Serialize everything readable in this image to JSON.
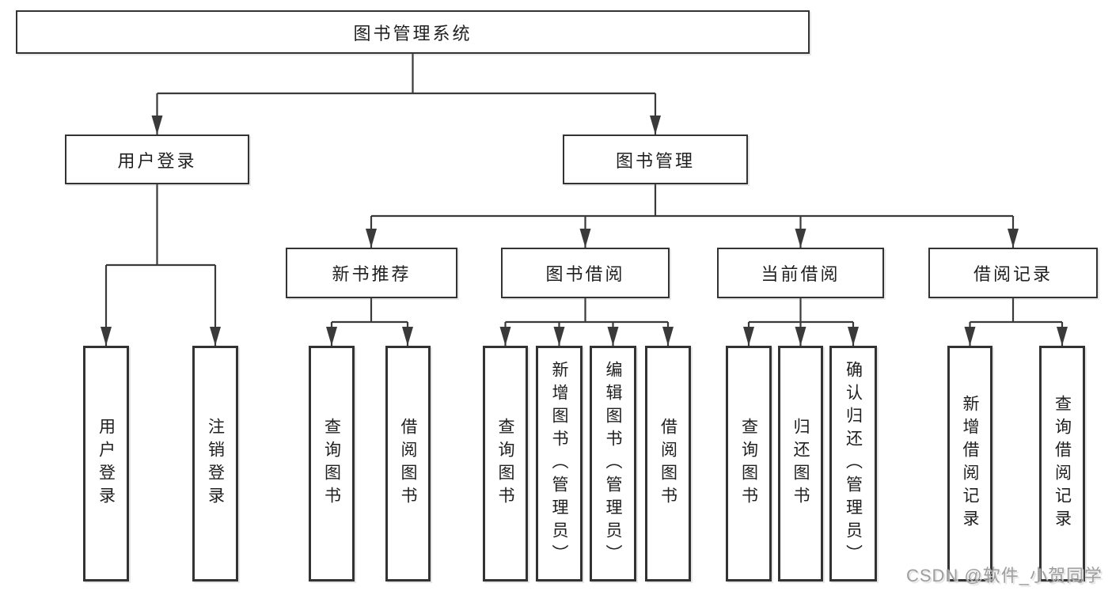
{
  "diagram": {
    "title": "图书管理系统",
    "level2": [
      "用户登录",
      "图书管理"
    ],
    "level3": [
      "新书推荐",
      "图书借阅",
      "当前借阅",
      "借阅记录"
    ],
    "leaves": [
      "用户登录",
      "注销登录",
      "查询图书",
      "借阅图书",
      "查询图书",
      "新增图书（管理员）",
      "编辑图书（管理员）",
      "借阅图书",
      "查询图书",
      "归还图书",
      "确认归还（管理员）",
      "新增借阅记录",
      "查询借阅记录"
    ],
    "colors": {
      "line": "#3a3a3a",
      "border": "#333333",
      "text": "#202020"
    }
  },
  "watermark": {
    "text": "CSDN @软件_小贺同学"
  }
}
